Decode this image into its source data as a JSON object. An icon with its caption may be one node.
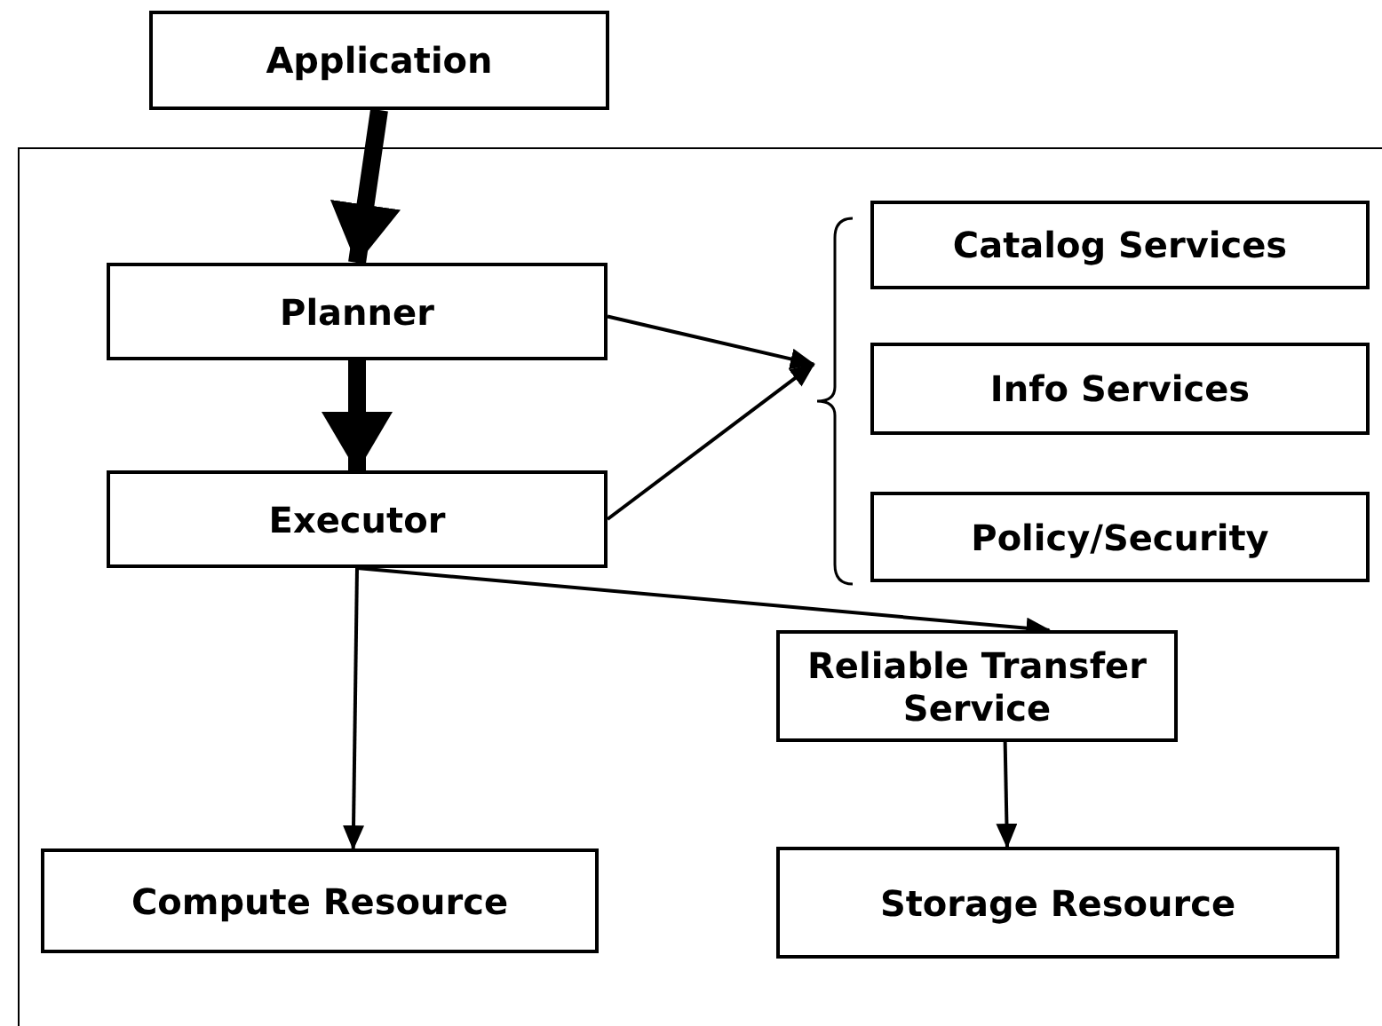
{
  "diagram": {
    "nodes": [
      {
        "text": [
          "Application"
        ]
      },
      {
        "text": [],
        "shape": "box"
      },
      {
        "text": [
          "Planner"
        ],
        "in": 1
      },
      {
        "text": [
          "Executor"
        ],
        "in": 1
      },
      {
        "text": [
          "Catalog Services"
        ],
        "in": 1
      },
      {
        "text": [
          "Info Services"
        ],
        "in": 1
      },
      {
        "text": [
          "Policy/Security"
        ],
        "in": 1
      },
      {
        "text": [],
        "shape": "bracket",
        "in": 1
      },
      {
        "text": [
          "Reliable Transfer Service"
        ],
        "in": 1
      },
      {
        "text": [
          "Compute Resource"
        ],
        "in": 1
      },
      {
        "text": [
          "Storage Resource"
        ],
        "in": 1
      }
    ],
    "edges": [
      {
        "from": 0,
        "to": 2,
        "arrow": "to",
        "style": "thick"
      },
      {
        "from": 2,
        "to": 3,
        "arrow": "to",
        "style": "thick"
      },
      {
        "from": 2,
        "to": 7,
        "arrow": "to"
      },
      {
        "from": 3,
        "to": 7,
        "arrow": "to"
      },
      {
        "from": 3,
        "to": 9,
        "arrow": "to"
      },
      {
        "from": 3,
        "to": 8,
        "arrow": "to"
      },
      {
        "from": 8,
        "to": 10,
        "arrow": "to"
      }
    ]
  }
}
